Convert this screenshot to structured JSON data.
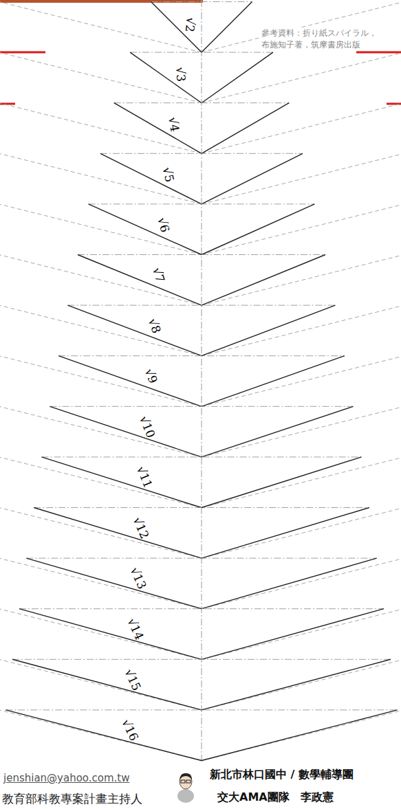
{
  "diagram": {
    "labels": [
      "√2",
      "√3",
      "√4",
      "√5",
      "√6",
      "√7",
      "√8",
      "√9",
      "√10",
      "√11",
      "√12",
      "√13",
      "√14",
      "√15",
      "√16",
      "參考資料：折り紙スパイラル， 布施知子著，筑摩書房出版",
      "jenshian@yahoo.com.tw",
      "教育部科教專案計畫主持人",
      "新北市林口國中 / 數學輔導團",
      "交大AMA團隊　李政憲"
    ]
  }
}
